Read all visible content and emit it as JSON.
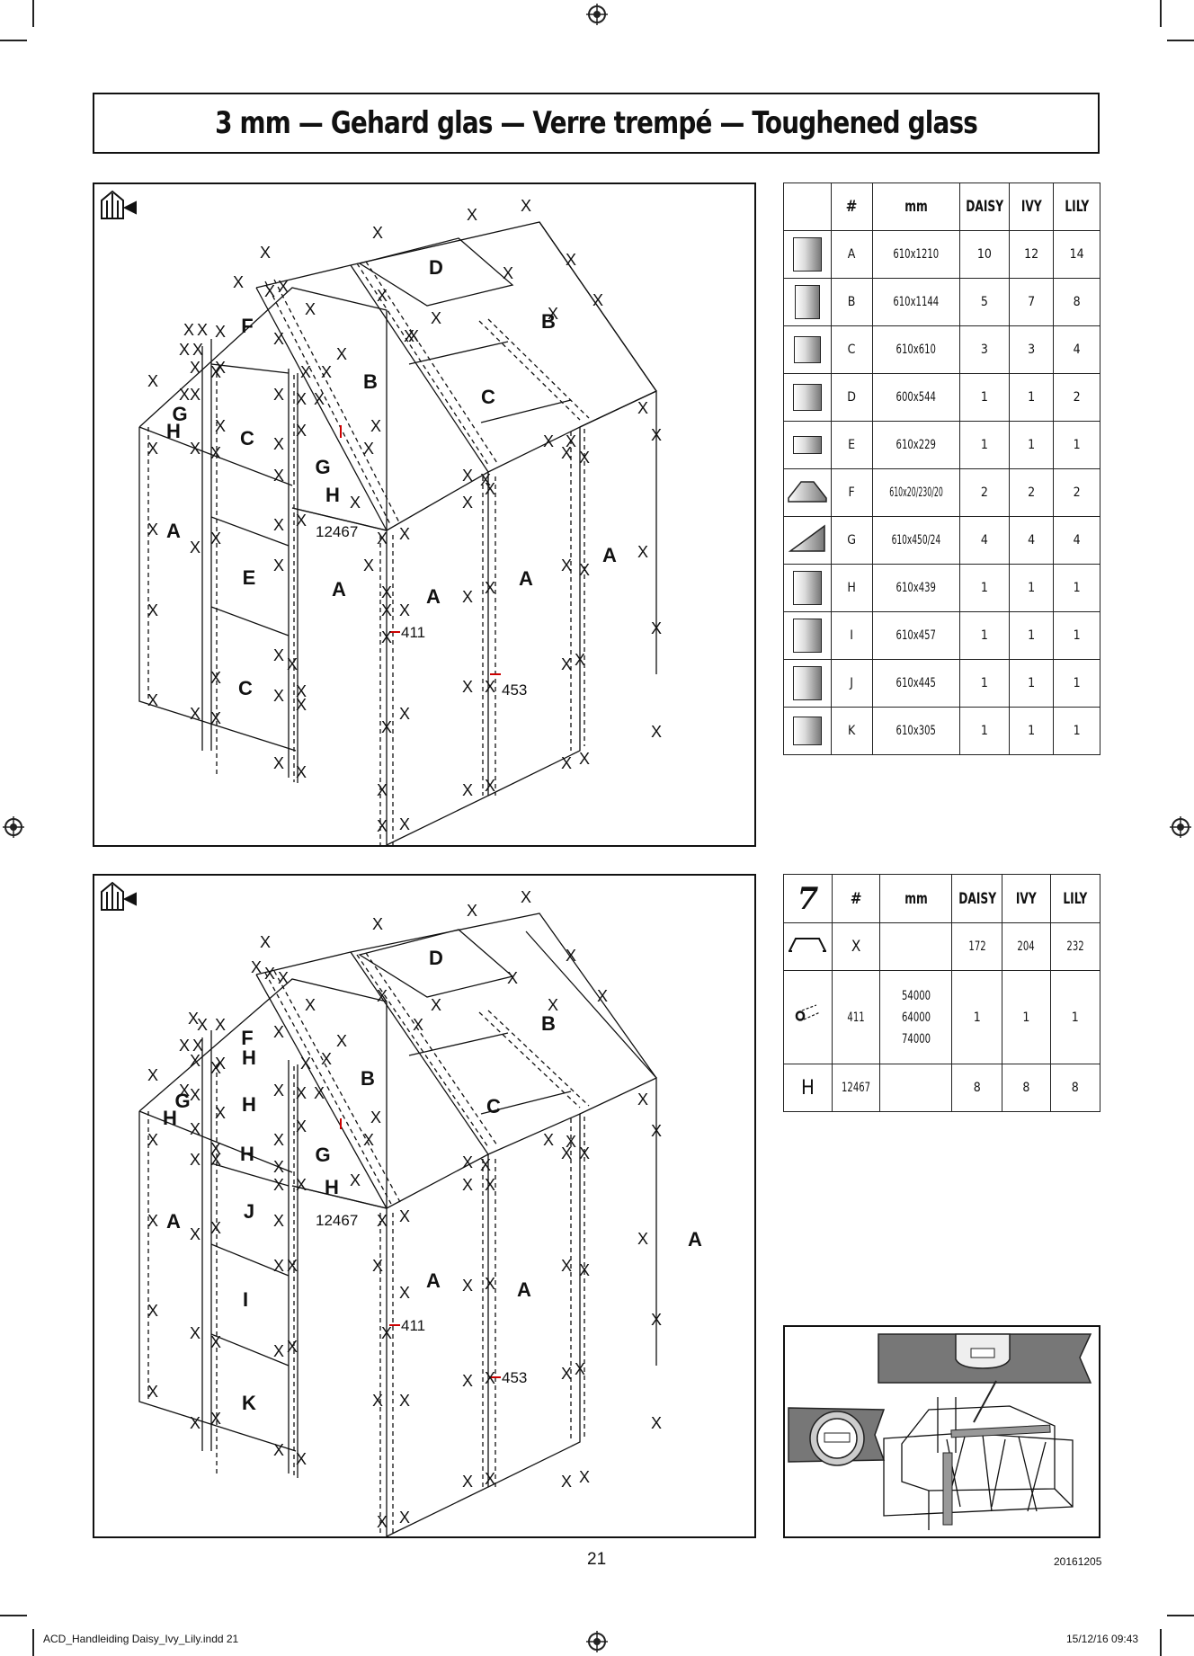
{
  "header": {
    "title": "3 mm — Gehard glas — Verre trempé — Toughened glass"
  },
  "diagram_top": {
    "labels": [
      "D",
      "F",
      "B",
      "G",
      "H",
      "C",
      "B",
      "C",
      "G",
      "H",
      "A",
      "E",
      "A",
      "A",
      "A",
      "A",
      "C"
    ],
    "part_numbers": {
      "hook": "12467",
      "profile_411": "411",
      "profile_453": "453"
    }
  },
  "diagram_bottom": {
    "labels": [
      "D",
      "F",
      "H",
      "B",
      "B",
      "G",
      "H",
      "H",
      "C",
      "H",
      "G",
      "H",
      "J",
      "A",
      "A",
      "A",
      "A",
      "I",
      "K"
    ],
    "part_numbers": {
      "hook": "12467",
      "profile_411": "411",
      "profile_453": "453"
    }
  },
  "glass_table": {
    "headers": [
      "#",
      "mm",
      "DAISY",
      "IVY",
      "LILY"
    ],
    "rows": [
      {
        "id": "A",
        "mm": "610x1210",
        "daisy": "10",
        "ivy": "12",
        "lily": "14"
      },
      {
        "id": "B",
        "mm": "610x1144",
        "daisy": "5",
        "ivy": "7",
        "lily": "8"
      },
      {
        "id": "C",
        "mm": "610x610",
        "daisy": "3",
        "ivy": "3",
        "lily": "4"
      },
      {
        "id": "D",
        "mm": "600x544",
        "daisy": "1",
        "ivy": "1",
        "lily": "2"
      },
      {
        "id": "E",
        "mm": "610x229",
        "daisy": "1",
        "ivy": "1",
        "lily": "1"
      },
      {
        "id": "F",
        "mm": "610x20/230/20",
        "daisy": "2",
        "ivy": "2",
        "lily": "2"
      },
      {
        "id": "G",
        "mm": "610x450/24",
        "daisy": "4",
        "ivy": "4",
        "lily": "4"
      },
      {
        "id": "H",
        "mm": "610x439",
        "daisy": "1",
        "ivy": "1",
        "lily": "1"
      },
      {
        "id": "I",
        "mm": "610x457",
        "daisy": "1",
        "ivy": "1",
        "lily": "1"
      },
      {
        "id": "J",
        "mm": "610x445",
        "daisy": "1",
        "ivy": "1",
        "lily": "1"
      },
      {
        "id": "K",
        "mm": "610x305",
        "daisy": "1",
        "ivy": "1",
        "lily": "1"
      }
    ]
  },
  "hardware_table": {
    "step": "7",
    "headers": [
      "#",
      "mm",
      "DAISY",
      "IVY",
      "LILY"
    ],
    "rows": [
      {
        "icon": "clip-icon",
        "id": "X",
        "mm": "",
        "daisy": "172",
        "ivy": "204",
        "lily": "232"
      },
      {
        "icon": "profile-icon",
        "id": "411",
        "mm": "54000\n64000\n74000",
        "daisy": "1",
        "ivy": "1",
        "lily": "1"
      },
      {
        "icon": "H",
        "id": "12467",
        "mm": "",
        "daisy": "8",
        "ivy": "8",
        "lily": "8"
      }
    ]
  },
  "footer": {
    "page_number": "21",
    "code": "20161205",
    "file": "ACD_Handleiding Daisy_Ivy_Lily.indd   21",
    "datetime": "15/12/16   09:43"
  }
}
